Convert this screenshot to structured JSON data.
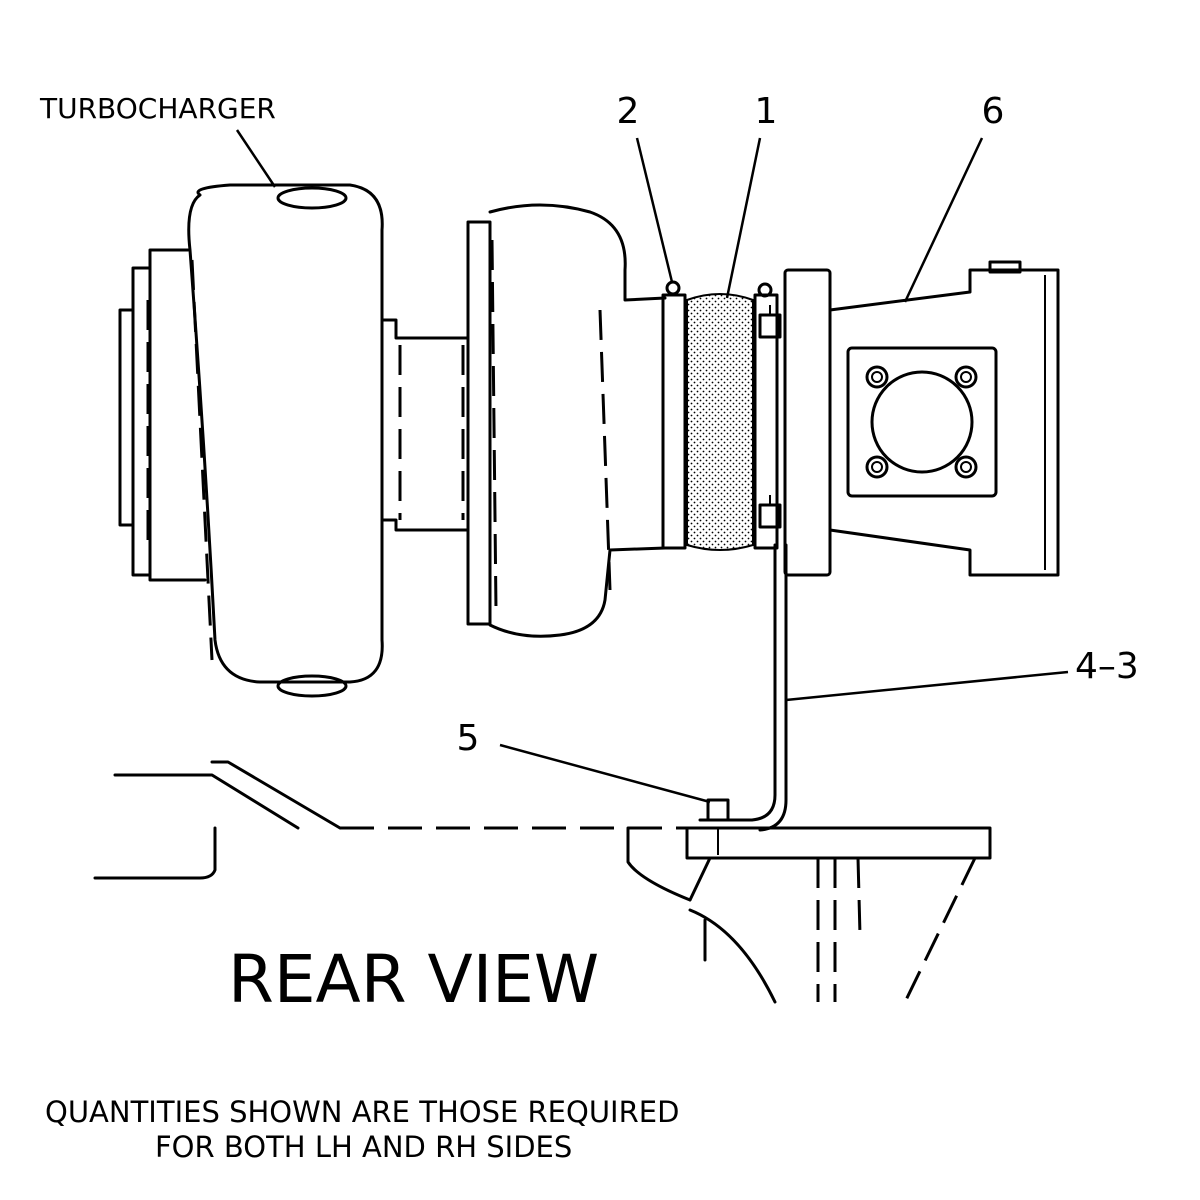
{
  "labels": {
    "turbocharger": "TURBOCHARGER",
    "callout_2": "2",
    "callout_1": "1",
    "callout_6": "6",
    "callout_4_3": "4–3",
    "callout_5": "5",
    "view_title": "REAR VIEW",
    "note_line1": "QUANTITIES SHOWN ARE THOSE REQUIRED",
    "note_line2": "FOR BOTH LH AND RH SIDES"
  }
}
